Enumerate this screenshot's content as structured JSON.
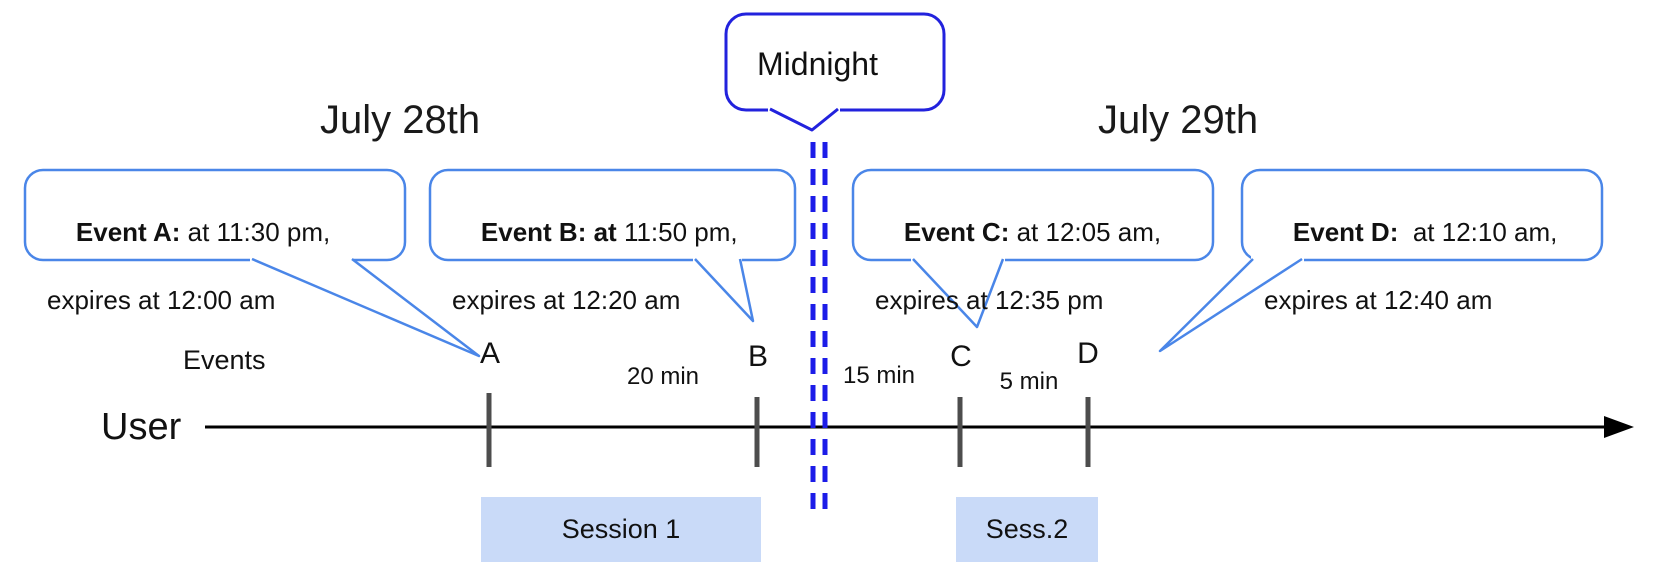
{
  "dates": {
    "left_label": "July 28th",
    "right_label": "July 29th"
  },
  "midnight_callout": {
    "label": "Midnight"
  },
  "event_callouts": [
    {
      "bold": "Event A:",
      "rest": " at 11:30 pm,",
      "line2": "expires at 12:00 am"
    },
    {
      "bold": "Event B: at",
      "rest": " 11:50 pm,",
      "line2": "expires at 12:20 am"
    },
    {
      "bold": "Event C:",
      "rest": " at 12:05 am,",
      "line2": "expires at 12:35 pm"
    },
    {
      "bold": "Event D:",
      "rest": "  at 12:10 am,",
      "line2": "expires at 12:40 am"
    }
  ],
  "timeline": {
    "row_label": "Events",
    "axis_label": "User",
    "markers": [
      {
        "letter": "A"
      },
      {
        "letter": "B"
      },
      {
        "letter": "C"
      },
      {
        "letter": "D"
      }
    ],
    "gap_labels": [
      "20 min",
      "15 min",
      "5 min"
    ]
  },
  "sessions": [
    {
      "label": "Session 1"
    },
    {
      "label": "Sess.2"
    }
  ],
  "colors": {
    "event_callout_border": "#4a86e8",
    "midnight_border": "#2222dd",
    "dashed_line": "#1c1ce8",
    "session_fill": "#c9daf8",
    "tick_gray": "#4d4d4d",
    "axis_black": "#000000"
  }
}
